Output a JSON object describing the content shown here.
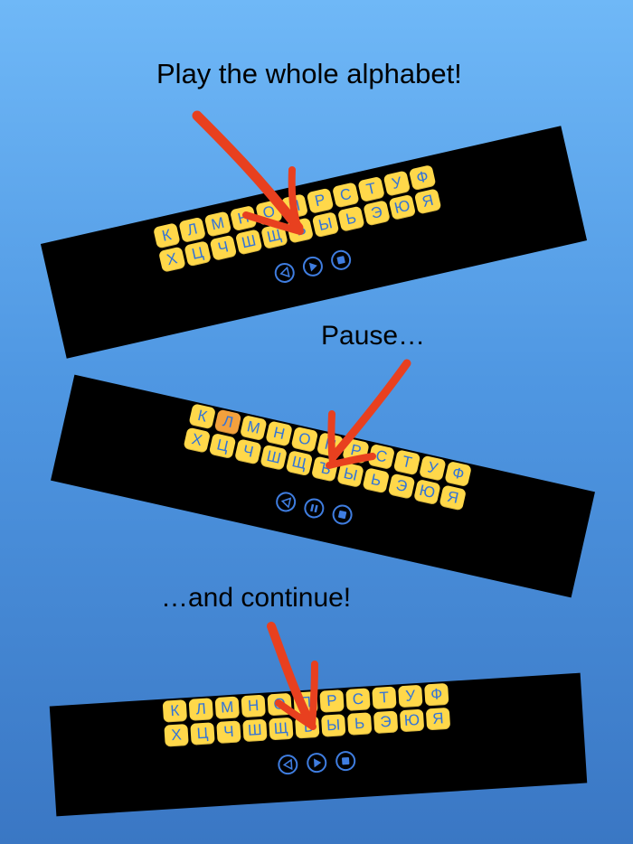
{
  "captions": {
    "first": "Play the whole alphabet!",
    "second": "Pause…",
    "third": "…and continue!"
  },
  "keyboard": {
    "top_row": [
      "К",
      "Л",
      "М",
      "Н",
      "О",
      "П",
      "Р",
      "С",
      "Т",
      "У",
      "Ф"
    ],
    "bottom_row": [
      "Х",
      "Ц",
      "Ч",
      "Ш",
      "Щ",
      "Ъ",
      "Ы",
      "Ь",
      "Э",
      "Ю",
      "Я"
    ]
  },
  "controls": {
    "back_icon": "back-icon",
    "play_icon": "play-icon",
    "pause_icon": "pause-icon",
    "stop_icon": "stop-icon"
  },
  "colors": {
    "key": "#ffd84a",
    "key_text": "#3273d8",
    "key_active": "#f3a13d",
    "control_ring": "#3f7de0",
    "arrow": "#e8401f"
  }
}
